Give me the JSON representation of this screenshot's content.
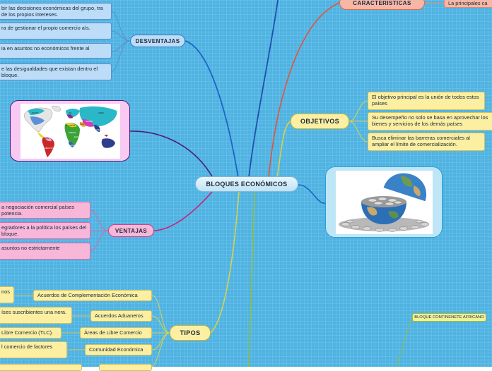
{
  "central": {
    "label": "BLOQUES ECONÓMICOS"
  },
  "desventajas": {
    "label": "DESVENTAJAS",
    "items": [
      "bir las decisiones económicas del grupo, tra de los propios intereses.",
      "ra de gestionar el propio comercio aís.",
      "ia en asuntos no económicos frente al",
      "e las desigualdades que existan dentro el bloque."
    ]
  },
  "caracteristicas": {
    "label": "CARACTERISTICAS",
    "item": "La principales ca"
  },
  "objetivos": {
    "label": "OBJETIVOS",
    "items": [
      "El objetivo principal es la unión de todos estos países",
      "Su desempeño no solo se basa en aprovechar los bienes y servicios de los demás países",
      "Busca eliminar las barreras comerciales al ampliar el límite de comercialización."
    ]
  },
  "ventajas": {
    "label": "VENTAJAS",
    "items": [
      "a negociación comercial países potencia.",
      "egradores a la política los países del bloque.",
      "asuntos no estrictamente"
    ]
  },
  "tipos": {
    "label": "TIPOS",
    "items": [
      {
        "label": "Acuerdos de Complementación Económica",
        "leaf": "nos"
      },
      {
        "label": "Acuerdos Aduaneros",
        "leaf": "íses suscribientes una nera."
      },
      {
        "label": "Áreas de Libre Comercio",
        "leaf": "Libre Comercio (TLC)."
      },
      {
        "label": "Comunidad Económica",
        "leaf": "l comercio de factores"
      }
    ]
  },
  "continente": {
    "label": "BLOQUE CONTINENETE AFRICANO"
  },
  "colors": {
    "background": "#4fb3e2",
    "blue_branch": "#1f63c6",
    "pink_branch": "#c81f7c",
    "yellow_branch": "#d9d24a",
    "orange_branch": "#e2543a",
    "purple_branch": "#4b1f72",
    "green_branch": "#8fbf3a"
  },
  "map_labels": [
    "MERCOSUR",
    "NAFTA",
    "ASEAN",
    "UE",
    "CAN",
    "APEC",
    "SADC",
    "ECOWAS",
    "GCC",
    "CEMAC",
    "EAC",
    "SAARC"
  ],
  "icons": {
    "world_map": "world-map-image",
    "globe": "globe-coins-image"
  }
}
